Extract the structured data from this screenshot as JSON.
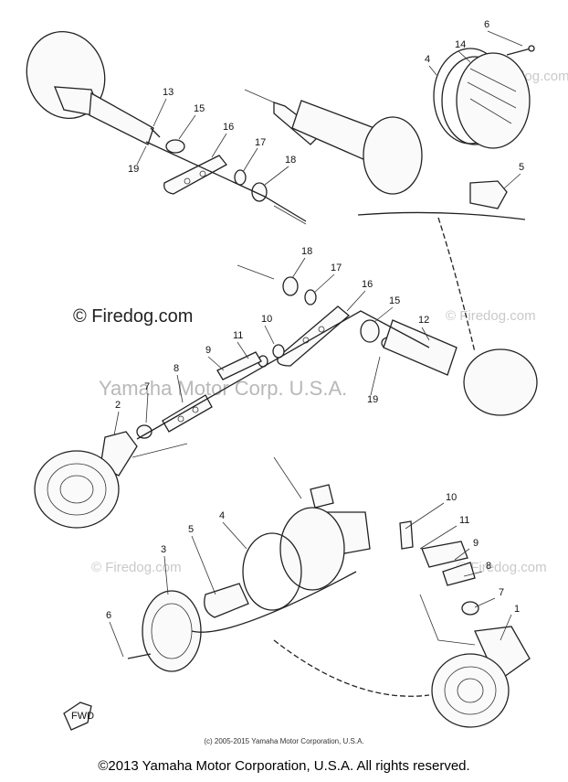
{
  "watermarks": {
    "firedog_left": "© Firedog.com",
    "firedog_faint": "© Firedog.com",
    "center": "Yamaha Motor Corp. U.S.A."
  },
  "small_copyright": "(c) 2005-2015 Yamaha Motor Corporation, U.S.A.",
  "footer": "©2013 Yamaha Motor Corporation, U.S.A. All rights reserved.",
  "fwd_label": "FWD",
  "callouts": [
    "13",
    "15",
    "16",
    "17",
    "18",
    "19",
    "6",
    "14",
    "4",
    "5",
    "18",
    "17",
    "16",
    "15",
    "12",
    "10",
    "11",
    "9",
    "8",
    "7",
    "2",
    "19",
    "3",
    "5",
    "4",
    "6",
    "10",
    "11",
    "9",
    "8",
    "7",
    "1"
  ]
}
